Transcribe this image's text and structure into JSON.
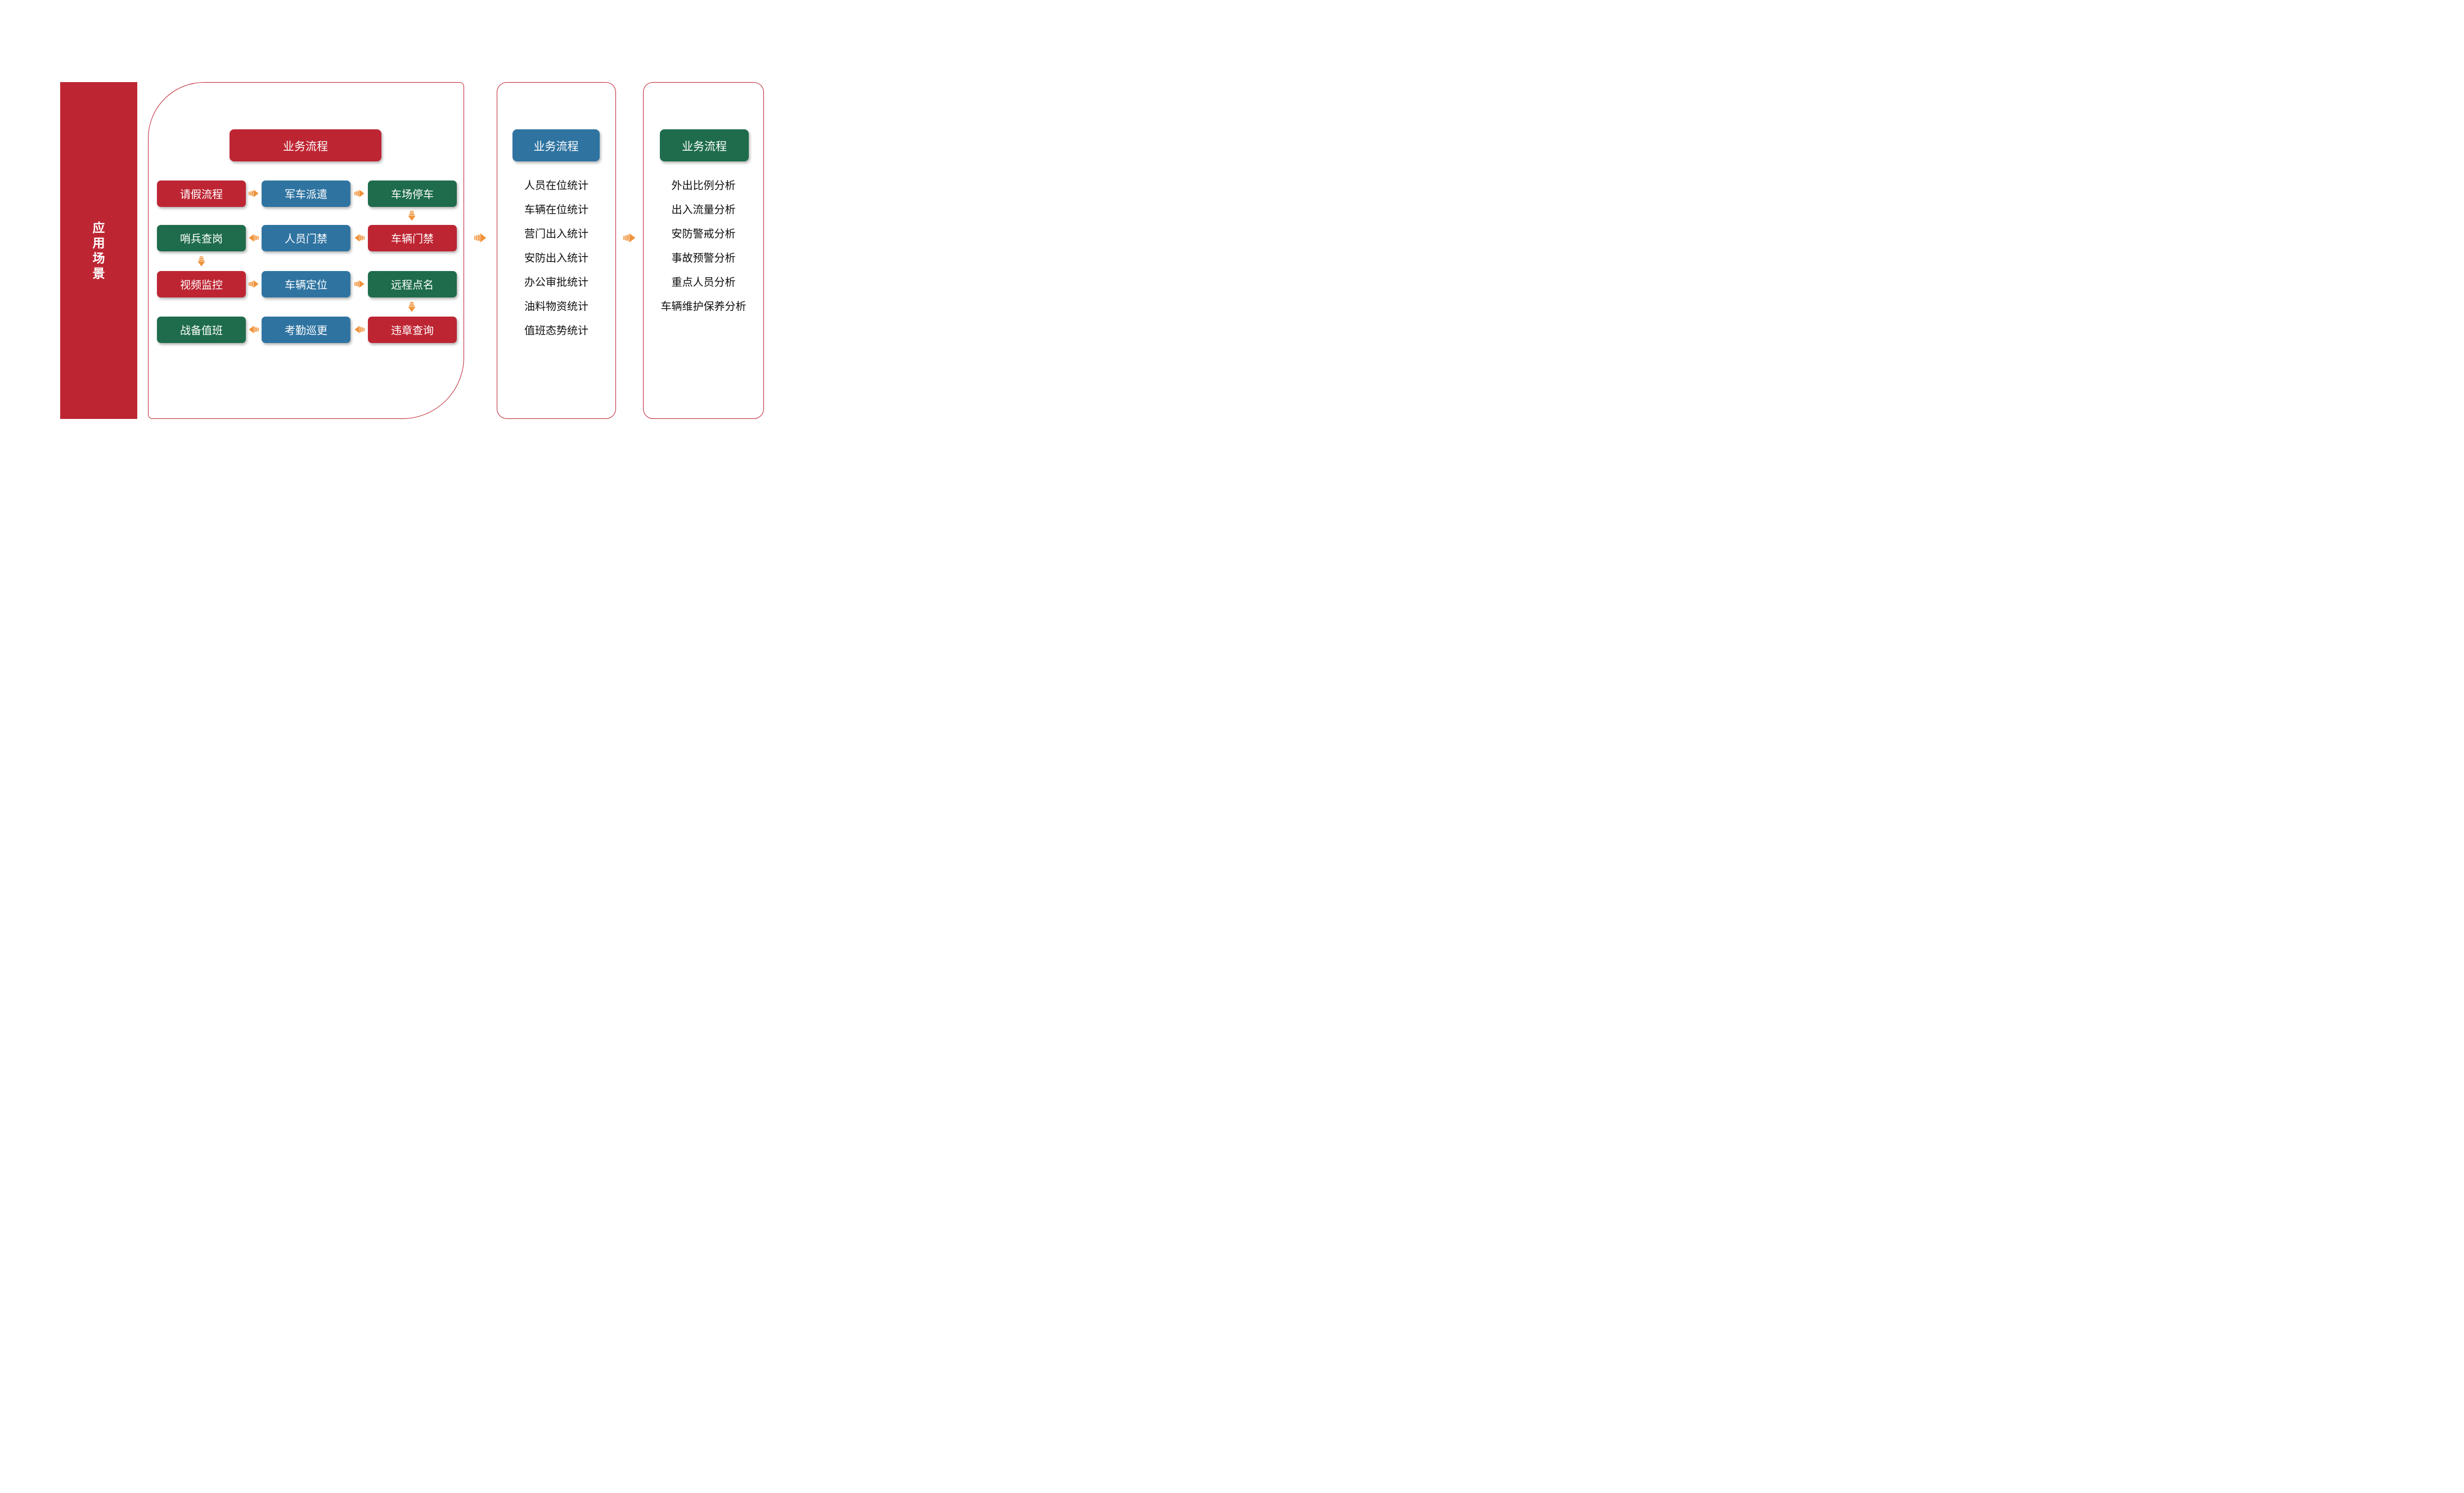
{
  "colors": {
    "red": "#BE2533",
    "blue": "#2F74A1",
    "green": "#1E6C4B",
    "orange_arrow": "#F0923B",
    "panel_border": "#BE2533"
  },
  "sidebar": {
    "title": "应用场景",
    "chars": [
      "应",
      "用",
      "场",
      "景"
    ]
  },
  "main_panel": {
    "header": "业务流程",
    "grid": [
      [
        {
          "label": "请假流程",
          "color": "red"
        },
        {
          "label": "军车派遣",
          "color": "blue"
        },
        {
          "label": "车场停车",
          "color": "green"
        }
      ],
      [
        {
          "label": "哨兵查岗",
          "color": "green"
        },
        {
          "label": "人员门禁",
          "color": "blue"
        },
        {
          "label": "车辆门禁",
          "color": "red"
        }
      ],
      [
        {
          "label": "视频监控",
          "color": "red"
        },
        {
          "label": "车辆定位",
          "color": "blue"
        },
        {
          "label": "远程点名",
          "color": "green"
        }
      ],
      [
        {
          "label": "战备值班",
          "color": "green"
        },
        {
          "label": "考勤巡更",
          "color": "blue"
        },
        {
          "label": "违章查询",
          "color": "red"
        }
      ]
    ]
  },
  "stats_panel": {
    "header": "业务流程",
    "items": [
      "人员在位统计",
      "车辆在位统计",
      "营门出入统计",
      "安防出入统计",
      "办公审批统计",
      "油料物资统计",
      "值班态势统计"
    ]
  },
  "analysis_panel": {
    "header": "业务流程",
    "items": [
      "外出比例分析",
      "出入流量分析",
      "安防警戒分析",
      "事故预警分析",
      "重点人员分析",
      "车辆维护保养分析"
    ]
  }
}
